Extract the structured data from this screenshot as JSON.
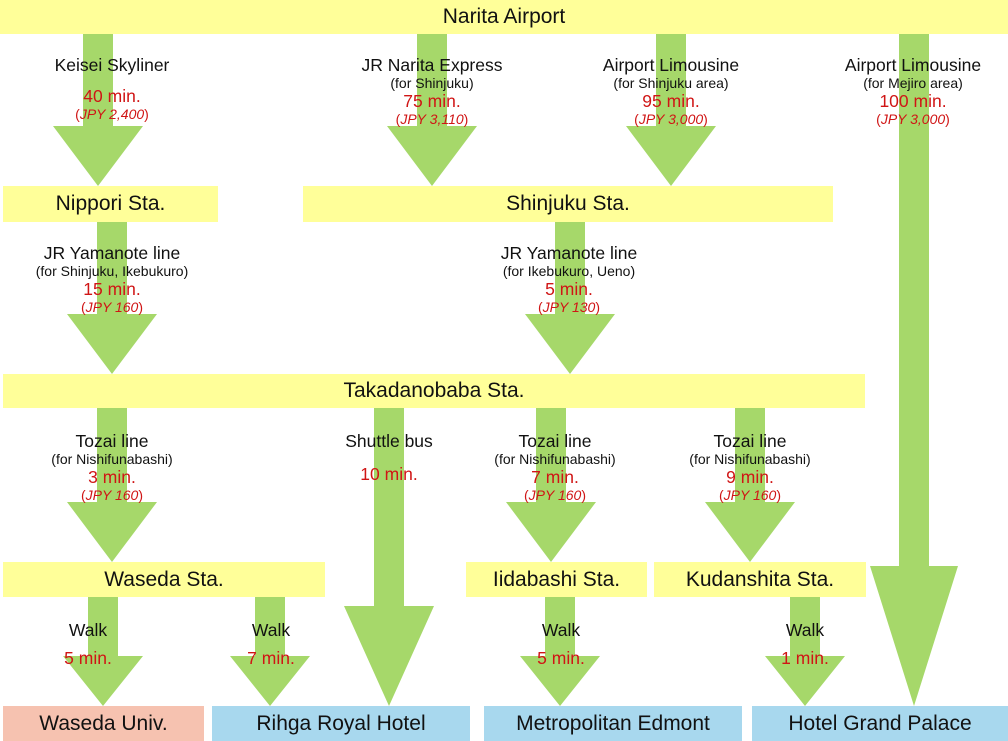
{
  "colors": {
    "arrow": "#a6d86a",
    "station": "#ffff99",
    "school": "#f6c2b0",
    "hotel": "#a8d8ee",
    "time": "#d01515"
  },
  "stations": {
    "airport": "Narita Airport",
    "nippori": "Nippori Sta.",
    "shinjuku": "Shinjuku Sta.",
    "takadanobaba": "Takadanobaba Sta.",
    "waseda": "Waseda Sta.",
    "iidabashi": "Iidabashi Sta.",
    "kudanshita": "Kudanshita Sta."
  },
  "destinations": {
    "waseda_univ": "Waseda Univ.",
    "rihga": "Rihga Royal Hotel",
    "metropolitan": "Metropolitan Edmont",
    "grand_palace": "Hotel Grand Palace"
  },
  "routes": {
    "skyliner": {
      "name": "Keisei Skyliner",
      "time": "40 min.",
      "fare": "JPY 2,400"
    },
    "nex": {
      "name": "JR Narita Express",
      "sub": "(for Shinjuku)",
      "time": "75 min.",
      "fare": "JPY 3,110"
    },
    "limo_shinjuku": {
      "name": "Airport Limousine",
      "sub": "(for Shinjuku area)",
      "time": "95 min.",
      "fare": "JPY 3,000"
    },
    "limo_mejiro": {
      "name": "Airport Limousine",
      "sub": "(for Mejiro area)",
      "time": "100 min.",
      "fare": "JPY 3,000"
    },
    "yamanote_nippori": {
      "name": "JR Yamanote line",
      "sub": "(for Shinjuku, Ikebukuro)",
      "time": "15 min.",
      "fare": "JPY 160"
    },
    "yamanote_shinjuku": {
      "name": "JR Yamanote line",
      "sub": "(for Ikebukuro, Ueno)",
      "time": "5 min.",
      "fare": "JPY 130"
    },
    "tozai_waseda": {
      "name": "Tozai line",
      "sub": "(for Nishifunabashi)",
      "time": "3 min.",
      "fare": "JPY 160"
    },
    "shuttle": {
      "name": "Shuttle bus",
      "time": "10 min."
    },
    "tozai_iidabashi": {
      "name": "Tozai line",
      "sub": "(for Nishifunabashi)",
      "time": "7 min.",
      "fare": "JPY 160"
    },
    "tozai_kudanshita": {
      "name": "Tozai line",
      "sub": "(for Nishifunabashi)",
      "time": "9 min.",
      "fare": "JPY 160"
    },
    "walk_univ": {
      "name": "Walk",
      "time": "5 min."
    },
    "walk_rihga": {
      "name": "Walk",
      "time": "7 min."
    },
    "walk_metro": {
      "name": "Walk",
      "time": "5 min."
    },
    "walk_palace": {
      "name": "Walk",
      "time": "1 min."
    }
  }
}
